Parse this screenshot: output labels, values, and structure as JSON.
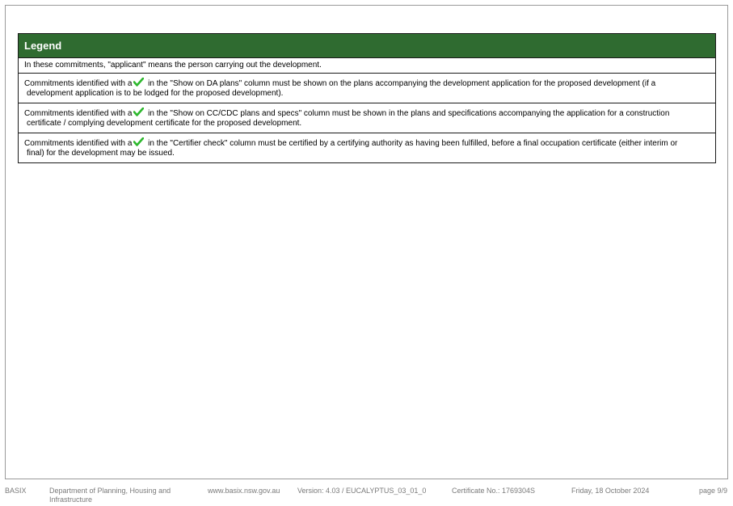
{
  "legend": {
    "title": "Legend",
    "applicant_note": "In these commitments, \"applicant\" means the person carrying out the development.",
    "rows": [
      {
        "prefix": "Commitments identified with a",
        "line1": "in the \"Show on DA plans\" column must be shown on the plans accompanying the development application for the proposed development (if a",
        "line2": "development application is to be lodged for the proposed development)."
      },
      {
        "prefix": "Commitments identified with a",
        "line1": "in the \"Show on CC/CDC plans and specs\" column must be shown in the plans and specifications accompanying the application for a construction",
        "line2": "certificate / complying development certificate for the proposed development."
      },
      {
        "prefix": "Commitments identified with a",
        "line1": "in the \"Certifier check\" column must be certified by a certifying authority as having been fulfilled, before a final occupation certificate (either interim or",
        "line2": "final) for the development may be issued."
      }
    ],
    "check_icon": "green-check-icon",
    "header_color": "#2f6b30",
    "check_color": "#2eb82e"
  },
  "footer": {
    "basix": "BASIX",
    "department": "Department of Planning, Housing and Infrastructure",
    "website": "www.basix.nsw.gov.au",
    "version": "Version: 4.03 / EUCALYPTUS_03_01_0",
    "certificate": "Certificate No.: 1769304S",
    "date": "Friday, 18 October 2024",
    "page": "page 9/9"
  }
}
